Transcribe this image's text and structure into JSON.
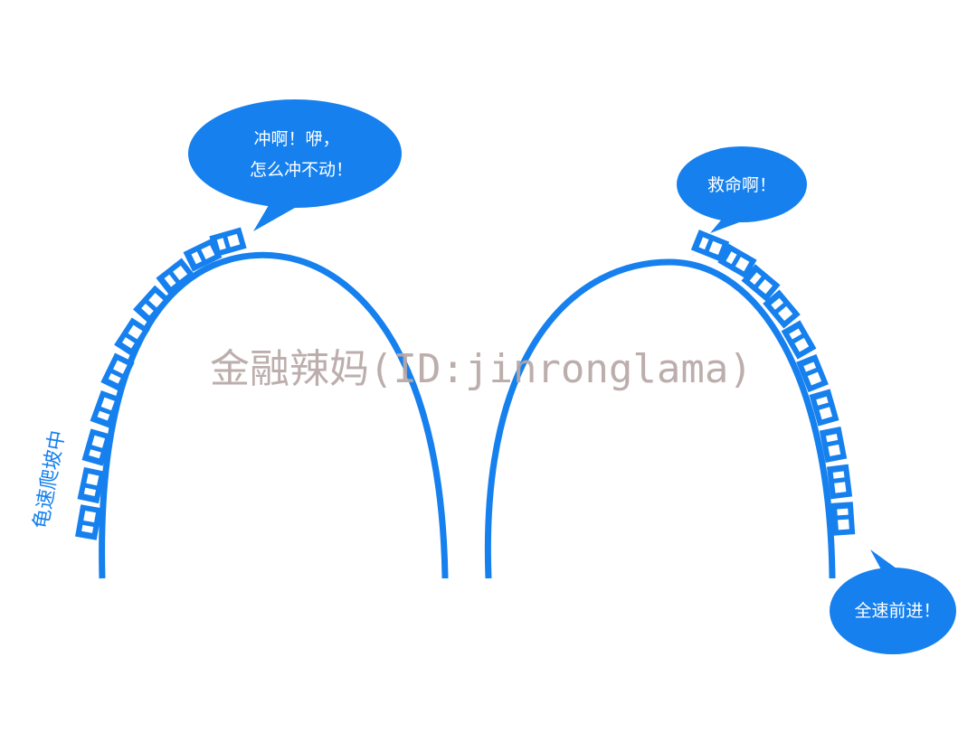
{
  "colors": {
    "accent": "#1580ee",
    "background": "#ffffff",
    "bubble_text": "#ffffff",
    "watermark": "#b7a8a6"
  },
  "left_scene": {
    "side_label": "龟速爬坡中",
    "bubble_line1": "冲啊！咿，",
    "bubble_line2": "怎么冲不动！"
  },
  "right_scene": {
    "top_bubble": "救命啊！",
    "bottom_bubble": "全速前进！"
  },
  "watermark": "金融辣妈(ID:jinronglama)"
}
